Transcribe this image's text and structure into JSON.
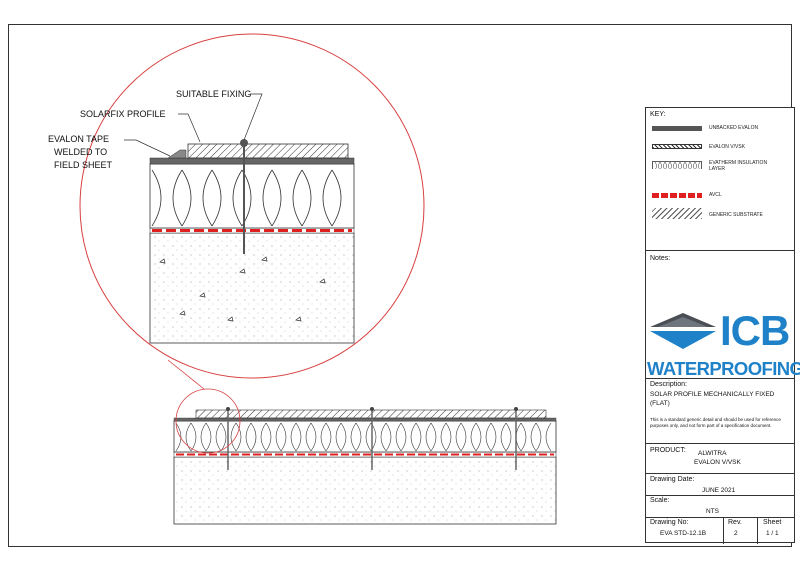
{
  "callouts": {
    "suitable_fixing": "SUITABLE FIXING",
    "solarfix_profile": "SOLARFIX PROFILE",
    "evalon_tape_1": "EVALON TAPE",
    "evalon_tape_2": "WELDED TO",
    "evalon_tape_3": "FIELD SHEET"
  },
  "key": {
    "heading": "KEY:",
    "items": [
      {
        "label": "UNBACKED EVALON",
        "icon": "unbacked-evalon-swatch",
        "color": "#555555"
      },
      {
        "label": "EVALON V/VSK",
        "icon": "evalon-vvsk-swatch",
        "color": "#777777"
      },
      {
        "label": "EVATHERM INSULATION\nLAYER",
        "icon": "insulation-swatch",
        "color": "#ffffff"
      },
      {
        "label": "AVCL",
        "icon": "avcl-swatch",
        "color": "#e02020"
      },
      {
        "label": "GENERIC SUBSTRATE",
        "icon": "substrate-swatch",
        "color": "#999999"
      }
    ]
  },
  "notes": {
    "heading": "Notes:"
  },
  "logo": {
    "letters": "ICB",
    "sub": "WATERPROOFING",
    "blue": "#1f82c9",
    "dark": "#4a4f55"
  },
  "description": {
    "heading": "Description:",
    "text_1": "SOLAR PROFILE MECHANICALLY FIXED",
    "text_2": "(FLAT)",
    "disclaimer": "This is a standard generic detail and should be used for reference purposes only, and not form part of a specification document."
  },
  "product": {
    "heading": "PRODUCT:",
    "line_1": "ALWITRA",
    "line_2": "EVALON V/VSK"
  },
  "drawing_date": {
    "heading": "Drawing Date:",
    "value": "JUNE 2021"
  },
  "scale": {
    "heading": "Scale:",
    "value": "NTS"
  },
  "drawing_no": {
    "heading": "Drawing No:",
    "value": "EVA STD-12.1B"
  },
  "rev": {
    "heading": "Rev.",
    "value": "2"
  },
  "sheet": {
    "heading": "Sheet",
    "value": "1 / 1"
  }
}
